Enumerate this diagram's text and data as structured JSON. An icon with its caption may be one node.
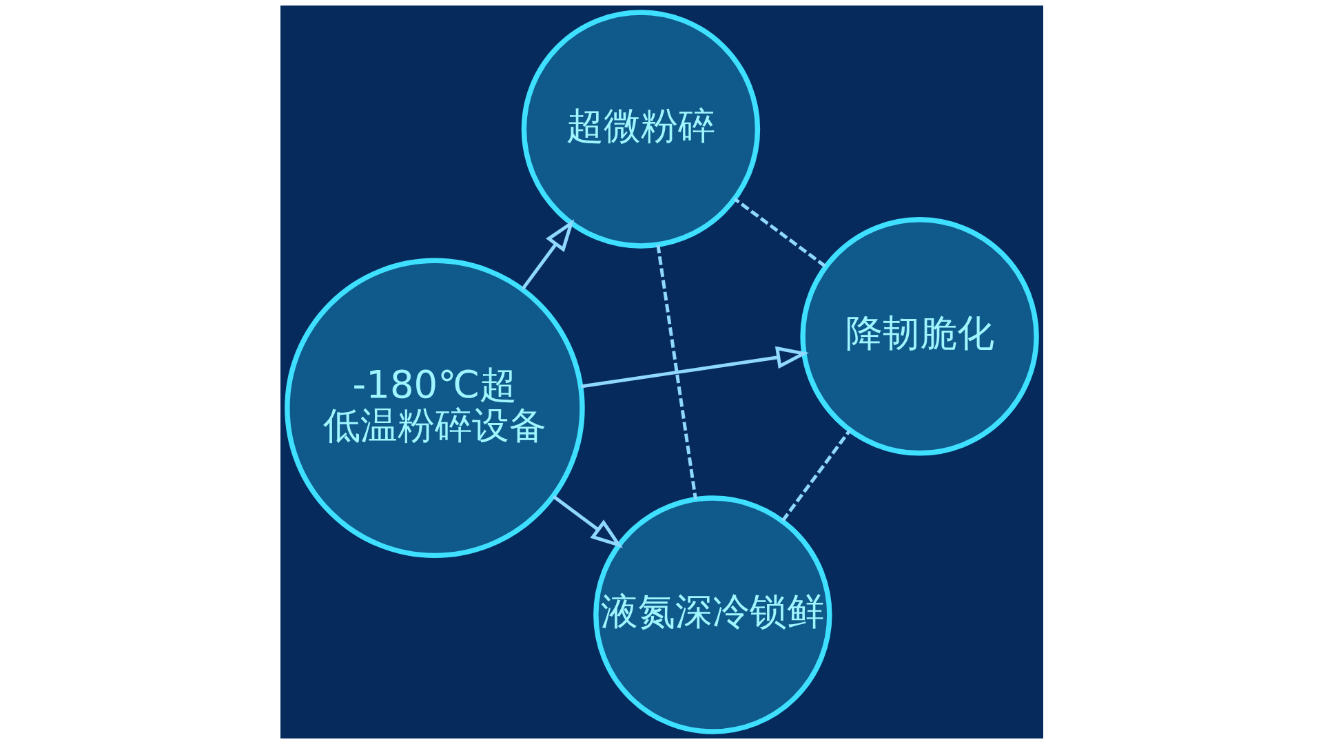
{
  "diagram": {
    "nodes": [
      {
        "text": [
          "-180℃超低温粉碎设备"
        ]
      },
      {
        "text": [
          "降韧脆化"
        ]
      },
      {
        "text": [
          "液氮深冷锁鲜"
        ]
      },
      {
        "text": [
          "超微粉碎"
        ]
      }
    ],
    "edges": [
      {
        "from": 0,
        "to": 1,
        "arrow": "to"
      },
      {
        "from": 0,
        "to": 2,
        "arrow": "to"
      },
      {
        "from": 0,
        "to": 3,
        "arrow": "to"
      },
      {
        "from": 1,
        "to": 3,
        "arrow": "none",
        "style": "dashed"
      },
      {
        "from": 3,
        "to": 2,
        "arrow": "none",
        "style": "dashed"
      },
      {
        "from": 2,
        "to": 1,
        "arrow": "none",
        "style": "dashed"
      }
    ]
  }
}
